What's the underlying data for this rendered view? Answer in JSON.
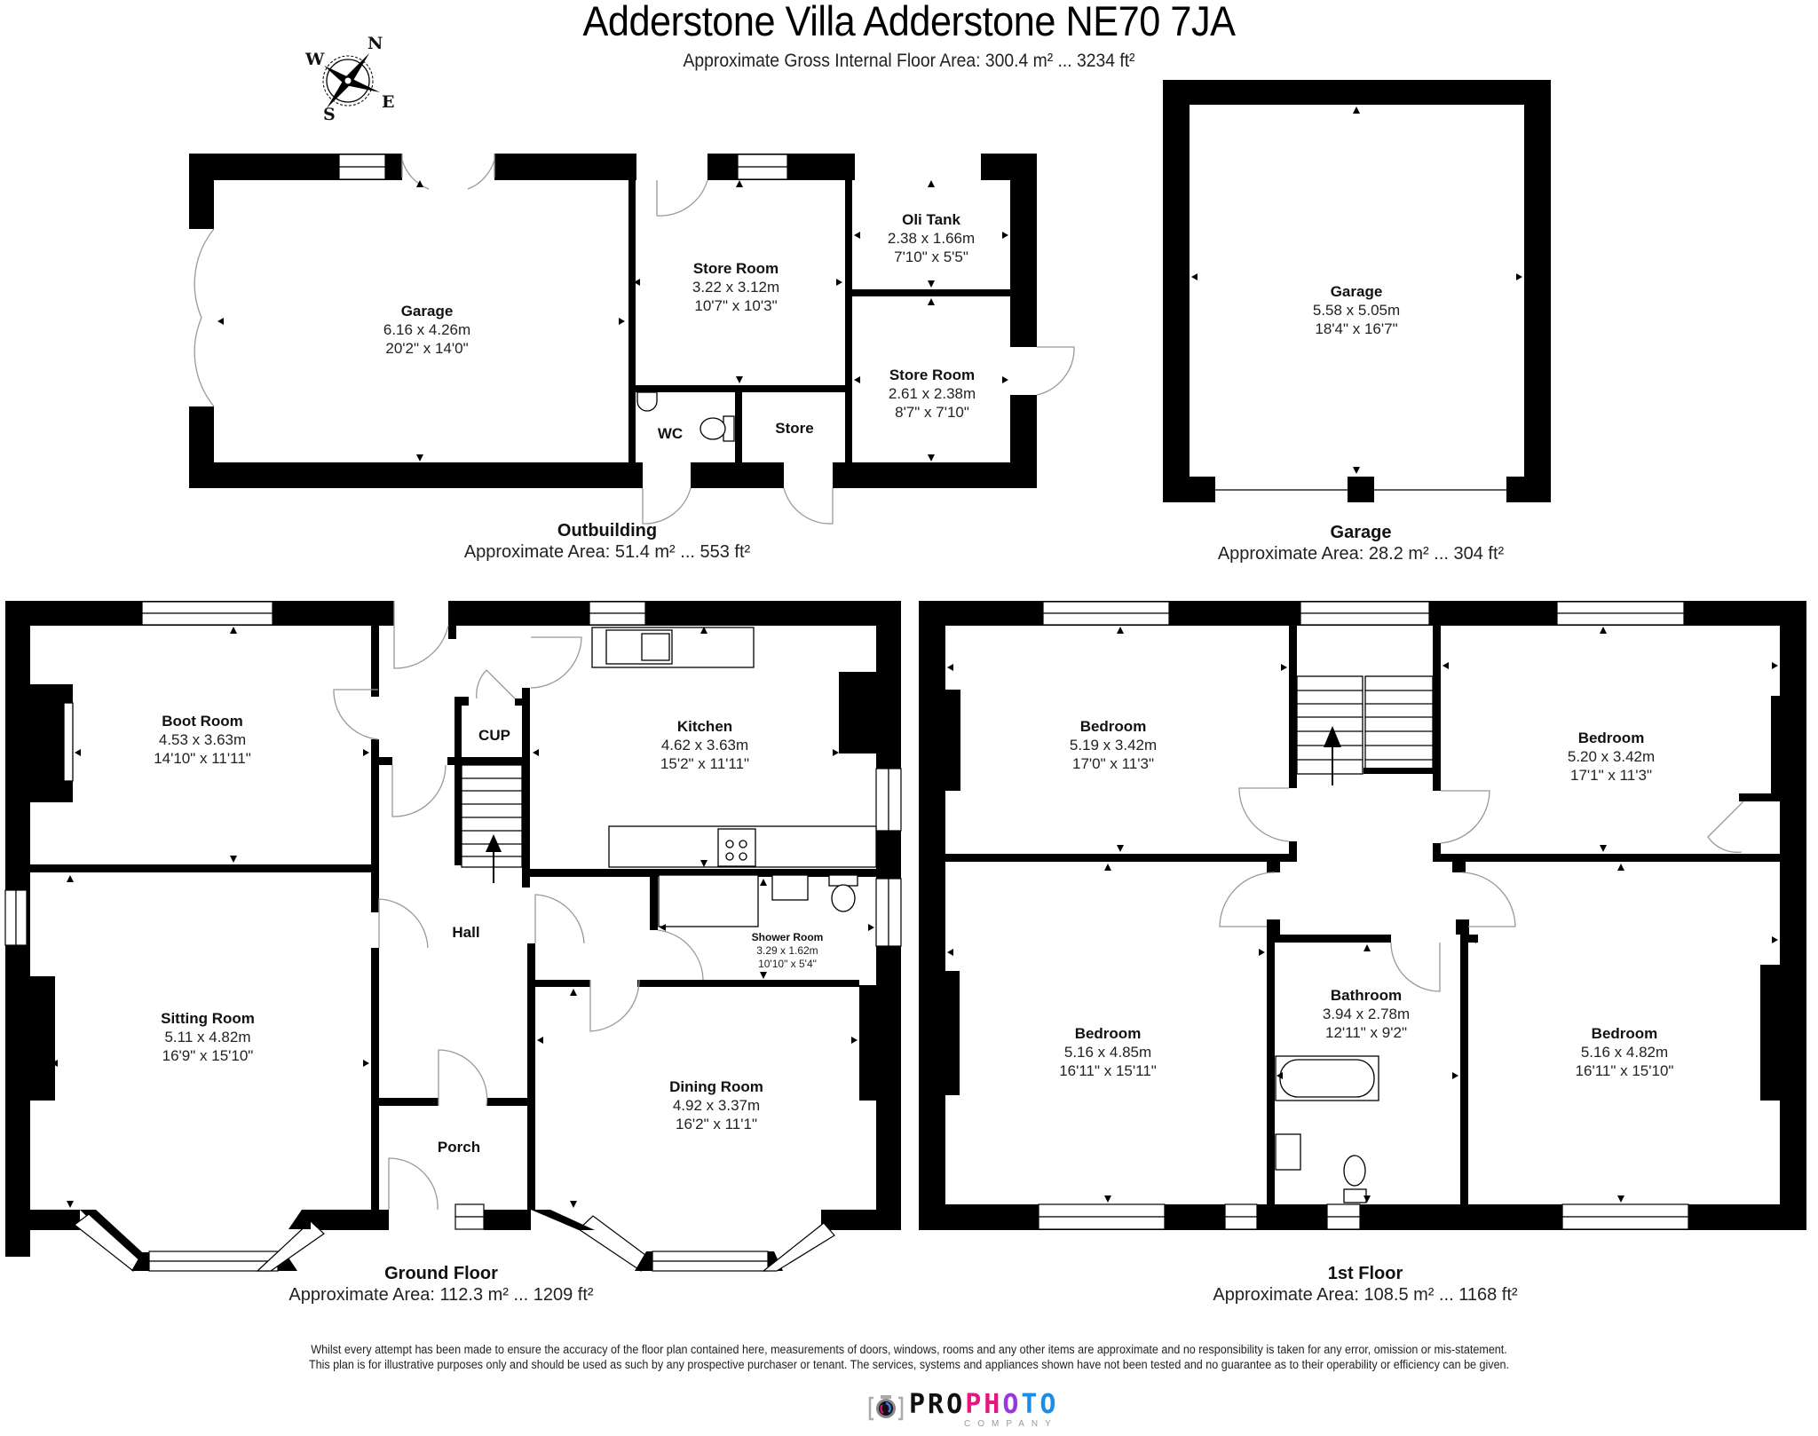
{
  "header": {
    "title": "Adderstone Villa Adderstone NE70 7JA",
    "gross_area": "Approximate Gross Internal Floor Area: 300.4 m² ... 3234 ft²"
  },
  "compass": {
    "n": "N",
    "e": "E",
    "s": "S",
    "w": "W"
  },
  "outbuilding": {
    "name": "Outbuilding",
    "area": "Approximate Area: 51.4 m² ... 553 ft²",
    "rooms": [
      {
        "name": "Garage",
        "metric": "6.16 x 4.26m",
        "imperial": "20'2\" x 14'0\""
      },
      {
        "name": "Store Room",
        "metric": "3.22 x 3.12m",
        "imperial": "10'7\" x 10'3\""
      },
      {
        "name": "Oli Tank",
        "metric": "2.38 x 1.66m",
        "imperial": "7'10\" x 5'5\""
      },
      {
        "name": "Store Room",
        "metric": "2.61 x 2.38m",
        "imperial": "8'7\" x 7'10\""
      },
      {
        "name": "WC"
      },
      {
        "name": "Store"
      }
    ]
  },
  "garage": {
    "name": "Garage",
    "area": "Approximate Area: 28.2 m² ... 304 ft²",
    "rooms": [
      {
        "name": "Garage",
        "metric": "5.58 x 5.05m",
        "imperial": "18'4\" x 16'7\""
      }
    ]
  },
  "ground_floor": {
    "name": "Ground Floor",
    "area": "Approximate Area: 112.3 m² ... 1209 ft²",
    "rooms": [
      {
        "name": "Boot Room",
        "metric": "4.53 x 3.63m",
        "imperial": "14'10\" x 11'11\""
      },
      {
        "name": "Kitchen",
        "metric": "4.62 x 3.63m",
        "imperial": "15'2\" x 11'11\""
      },
      {
        "name": "CUP"
      },
      {
        "name": "Hall"
      },
      {
        "name": "Shower Room",
        "metric": "3.29 x 1.62m",
        "imperial": "10'10\" x 5'4\""
      },
      {
        "name": "Sitting Room",
        "metric": "5.11 x 4.82m",
        "imperial": "16'9\" x 15'10\""
      },
      {
        "name": "Dining Room",
        "metric": "4.92 x 3.37m",
        "imperial": "16'2\" x 11'1\""
      },
      {
        "name": "Porch"
      }
    ]
  },
  "first_floor": {
    "name": "1st Floor",
    "area": "Approximate Area: 108.5 m² ... 1168 ft²",
    "rooms": [
      {
        "name": "Bedroom",
        "metric": "5.19 x 3.42m",
        "imperial": "17'0\" x 11'3\""
      },
      {
        "name": "Bedroom",
        "metric": "5.20 x 3.42m",
        "imperial": "17'1\" x 11'3\""
      },
      {
        "name": "Bedroom",
        "metric": "5.16 x 4.85m",
        "imperial": "16'11\" x 15'11\""
      },
      {
        "name": "Bathroom",
        "metric": "3.94 x 2.78m",
        "imperial": "12'11\" x 9'2\""
      },
      {
        "name": "Bedroom",
        "metric": "5.16 x 4.82m",
        "imperial": "16'11\" x 15'10\""
      }
    ]
  },
  "disclaimer": {
    "line1": "Whilst every attempt has been made to ensure the accuracy of the floor plan contained here, measurements of doors, windows, rooms and any other items are approximate and no responsibility is taken for any error, omission or mis-statement.",
    "line2": "This plan is for illustrative purposes only and should be used as such by any prospective purchaser or tenant. The services, systems and appliances shown have not been tested and no guarantee as to their operability or efficiency can be given."
  },
  "logo": {
    "part1": "PRO",
    "part2": "PH",
    "part3": "O",
    "part4": "TO",
    "company": "COMPANY",
    "colors": {
      "black": "#111111",
      "magenta": "#e6157f",
      "violet": "#9b35e0",
      "blue": "#1a8de6"
    }
  }
}
